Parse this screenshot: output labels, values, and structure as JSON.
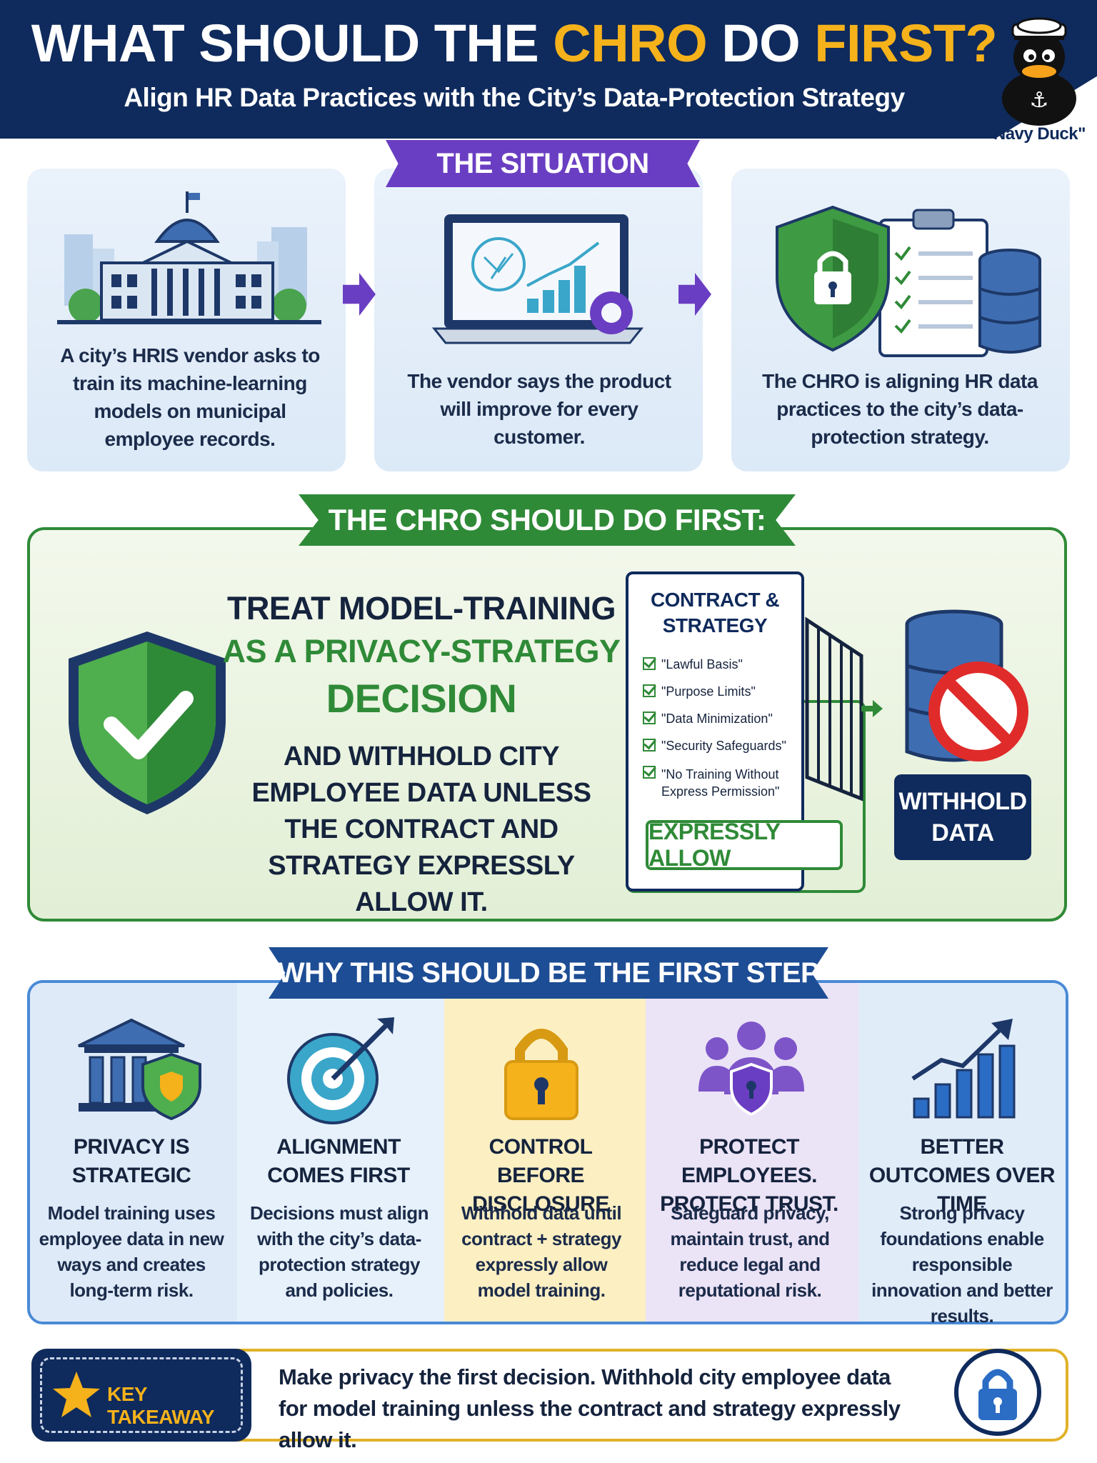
{
  "header": {
    "title_part1": "WHAT SHOULD THE ",
    "title_hl1": "CHRO",
    "title_part2": " DO ",
    "title_hl2": "FIRST?",
    "subtitle": "Align HR Data Practices with the City’s Data-Protection Strategy",
    "mascot_label": "\"Navy Duck\""
  },
  "situation": {
    "banner": "THE SITUATION",
    "panels": [
      {
        "icon": "city-hall-icon",
        "text": "A city’s HRIS vendor asks to train its machine-learning models on municipal employee records."
      },
      {
        "icon": "laptop-ai-icon",
        "text": "The vendor says the product will improve for every customer."
      },
      {
        "icon": "shield-lock-icon",
        "text": "The CHRO is aligning HR data practices to the city’s data-protection strategy."
      }
    ]
  },
  "first_step": {
    "banner": "THE CHRO SHOULD DO FIRST:",
    "line1": "TREAT MODEL-TRAINING",
    "line2": "AS A PRIVACY-STRATEGY",
    "line3": "DECISION",
    "body": "AND WITHHOLD CITY EMPLOYEE DATA UNLESS THE CONTRACT AND STRATEGY EXPRESSLY ALLOW IT.",
    "contract": {
      "title": "CONTRACT & STRATEGY",
      "items": [
        "\"Lawful Basis\"",
        "\"Purpose Limits\"",
        "\"Data Minimization\"",
        "\"Security Safeguards\"",
        "\"No Training Without Express Permission\""
      ],
      "button": "EXPRESSLY ALLOW"
    },
    "withhold": "WITHHOLD DATA"
  },
  "why": {
    "banner": "WHY THIS SHOULD BE THE FIRST STEP",
    "columns": [
      {
        "title": "PRIVACY IS STRATEGIC",
        "body": "Model training uses employee data in new ways and creates long-term risk.",
        "bg": "#dfeaf8"
      },
      {
        "title": "ALIGNMENT COMES FIRST",
        "body": "Decisions must align with the city’s data-protection strategy and policies.",
        "bg": "#e6f1fb"
      },
      {
        "title": "CONTROL BEFORE DISCLOSURE",
        "body": "Withhold data until contract + strategy expressly allow model training.",
        "bg": "#fcefc2"
      },
      {
        "title": "PROTECT EMPLOYEES. PROTECT TRUST.",
        "body": "Safeguard privacy, maintain trust, and reduce legal and reputational risk.",
        "bg": "#ebe3f6"
      },
      {
        "title": "BETTER OUTCOMES OVER TIME",
        "body": "Strong privacy foundations enable responsible innovation and better results.",
        "bg": "#e1ecf9"
      }
    ]
  },
  "takeaway": {
    "label": "KEY TAKEAWAY",
    "text": "Make privacy the first decision. Withhold city employee data for model training unless the contract and strategy expressly allow it."
  },
  "colors": {
    "navy": "#0f2a5c",
    "gold": "#f6b21b",
    "purple": "#6a3ec2",
    "green": "#2f8a37",
    "blue": "#1d4d94"
  }
}
